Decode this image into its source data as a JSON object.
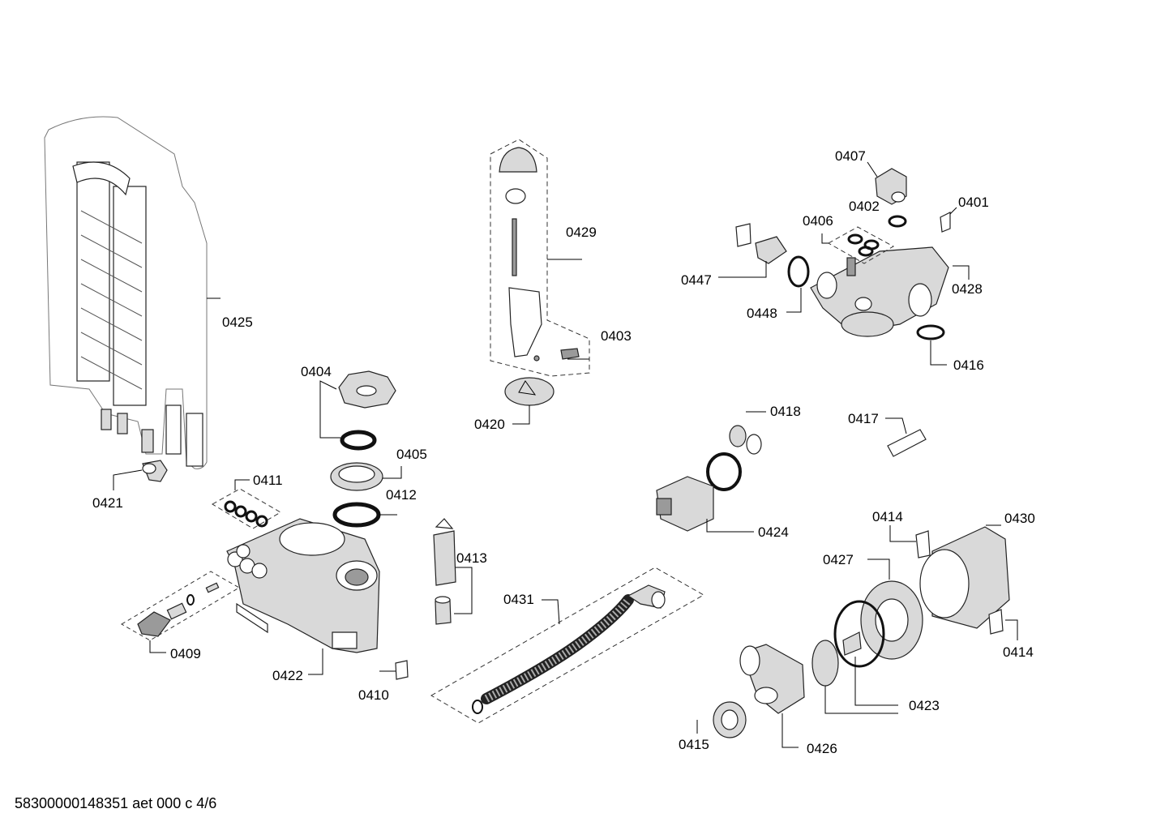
{
  "footer": {
    "document_code": "58300000148351 aet 000 c 4/6"
  },
  "parts": [
    {
      "id": "p0401",
      "label": "0401"
    },
    {
      "id": "p0402",
      "label": "0402"
    },
    {
      "id": "p0403",
      "label": "0403"
    },
    {
      "id": "p0404",
      "label": "0404"
    },
    {
      "id": "p0405",
      "label": "0405"
    },
    {
      "id": "p0406",
      "label": "0406"
    },
    {
      "id": "p0407",
      "label": "0407"
    },
    {
      "id": "p0409",
      "label": "0409"
    },
    {
      "id": "p0410",
      "label": "0410"
    },
    {
      "id": "p0411",
      "label": "0411"
    },
    {
      "id": "p0412",
      "label": "0412"
    },
    {
      "id": "p0413",
      "label": "0413"
    },
    {
      "id": "p0414a",
      "label": "0414"
    },
    {
      "id": "p0414b",
      "label": "0414"
    },
    {
      "id": "p0415",
      "label": "0415"
    },
    {
      "id": "p0416",
      "label": "0416"
    },
    {
      "id": "p0417",
      "label": "0417"
    },
    {
      "id": "p0418",
      "label": "0418"
    },
    {
      "id": "p0420",
      "label": "0420"
    },
    {
      "id": "p0421",
      "label": "0421"
    },
    {
      "id": "p0422",
      "label": "0422"
    },
    {
      "id": "p0423",
      "label": "0423"
    },
    {
      "id": "p0424",
      "label": "0424"
    },
    {
      "id": "p0425",
      "label": "0425"
    },
    {
      "id": "p0426",
      "label": "0426"
    },
    {
      "id": "p0427",
      "label": "0427"
    },
    {
      "id": "p0428",
      "label": "0428"
    },
    {
      "id": "p0429",
      "label": "0429"
    },
    {
      "id": "p0430",
      "label": "0430"
    },
    {
      "id": "p0431",
      "label": "0431"
    },
    {
      "id": "p0447",
      "label": "0447"
    },
    {
      "id": "p0448",
      "label": "0448"
    }
  ]
}
